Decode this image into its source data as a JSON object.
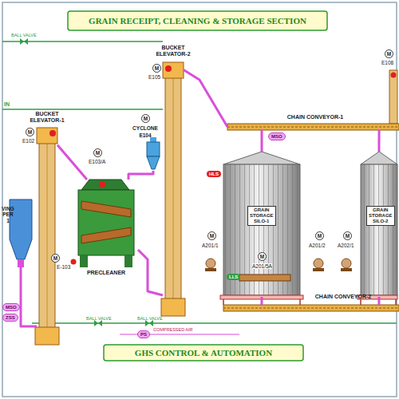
{
  "diagram": {
    "title": "GRAIN RECEIPT, CLEANING & STORAGE SECTION",
    "caption": "GHS CONTROL & AUTOMATION",
    "nodes": [
      {
        "text": [
          "VING PER 1"
        ]
      },
      {
        "text": [
          "BUCKET ELEVATOR-1"
        ]
      },
      {
        "text": [
          "PRECLEANER"
        ]
      },
      {
        "text": [
          "CYCLONE",
          "E104"
        ]
      },
      {
        "text": [
          "BUCKET ELEVATOR-2"
        ]
      },
      {
        "text": [
          "CHAIN CONVEYOR-1"
        ]
      },
      {
        "text": [
          "GRAIN STORAGE SILO-1"
        ]
      },
      {
        "text": [
          "GRAIN STORAGE SILO-2"
        ]
      },
      {
        "text": [
          "CHAIN CONVEYOR-2"
        ]
      }
    ],
    "edges": [
      {
        "from": 0,
        "to": 1,
        "arrow": "none"
      },
      {
        "from": 1,
        "to": 2,
        "arrow": "none"
      },
      {
        "from": 2,
        "to": 3,
        "arrow": "none"
      },
      {
        "from": 2,
        "to": 4,
        "arrow": "none"
      },
      {
        "from": 4,
        "to": 5,
        "arrow": "none"
      },
      {
        "from": 5,
        "to": 6,
        "arrow": "none"
      },
      {
        "from": 5,
        "to": 7,
        "arrow": "none"
      },
      {
        "from": 6,
        "to": 8,
        "arrow": "none"
      },
      {
        "from": 7,
        "to": 8,
        "arrow": "none"
      }
    ],
    "labels": [
      "BALL VALVE",
      "IN",
      "M",
      "E102",
      "M",
      "M",
      "E103/A",
      "M",
      "E-103",
      "M",
      "E105",
      "M",
      "E108",
      "MSO",
      "HLS",
      "M",
      "A201/1",
      "M",
      "A201/2",
      "M",
      "A202/1",
      "M",
      "A201/5A",
      "LLS",
      "MSO",
      "ZSS",
      "BALL VALVE",
      "BALL VALVE",
      "PS",
      "COMPRESSED AIR"
    ]
  }
}
